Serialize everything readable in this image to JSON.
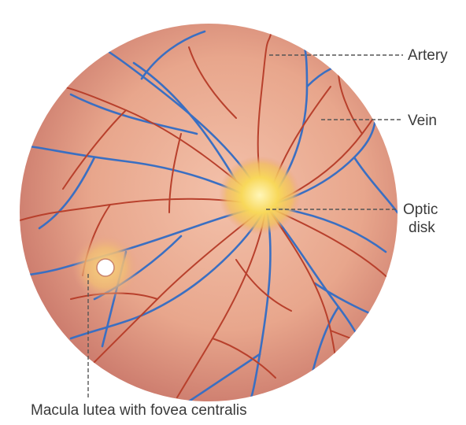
{
  "labels": {
    "artery": "Artery",
    "vein": "Vein",
    "optic_line1": "Optic",
    "optic_line2": "disk",
    "macula": "Macula lutea with fovea centralis"
  },
  "colors": {
    "fundus": "#e7a78d",
    "artery": "#b8402c",
    "vein": "#3a6fc2",
    "optic_disk": "#f6d35a",
    "macula": "#f2c36a"
  }
}
